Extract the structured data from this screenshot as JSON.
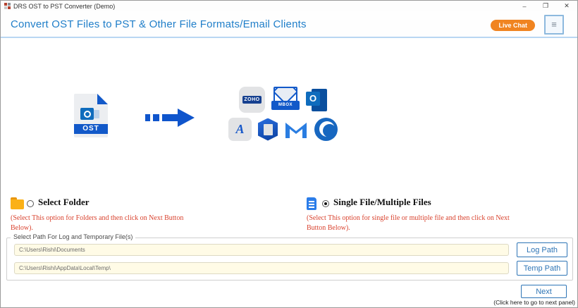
{
  "window": {
    "title": "DRS OST to PST Converter (Demo)",
    "minimize_glyph": "–",
    "restore_glyph": "❐",
    "close_glyph": "✕"
  },
  "header": {
    "title": "Convert OST Files to PST & Other File Formats/Email Clients",
    "live_chat_label": "Live Chat",
    "menu_glyph": "≡"
  },
  "graphic": {
    "ost_label": "OST",
    "zoho_label": "ZOHO",
    "mbox_label": "MBOX",
    "outlook_letter": "O",
    "pdf_letter": "A"
  },
  "options": {
    "folder_label": "Select Folder",
    "folder_note": "(Select This option for Folders and then click on Next Button Below).",
    "files_label": "Single File/Multiple Files",
    "files_note": "(Select This option for single file or multiple file and then click on Next Button Below)."
  },
  "path_group": {
    "label": "Select Path For Log and Temporary File(s)",
    "log_path_value": "C:\\Users\\Rishi\\Documents",
    "temp_path_value": "C:\\Users\\Rishi\\AppData\\Local\\Temp\\",
    "log_button_label": "Log Path",
    "temp_button_label": "Temp Path"
  },
  "footer": {
    "next_button_label": "Next",
    "next_caption": "(Click here to go to next panel)"
  },
  "colors": {
    "accent_blue": "#2e75b6",
    "title_blue": "#1f7ec9",
    "live_chat_orange": "#f08421",
    "note_red": "#d9432f",
    "input_bg": "#fffbe6",
    "icon_blue": "#1259c9"
  }
}
